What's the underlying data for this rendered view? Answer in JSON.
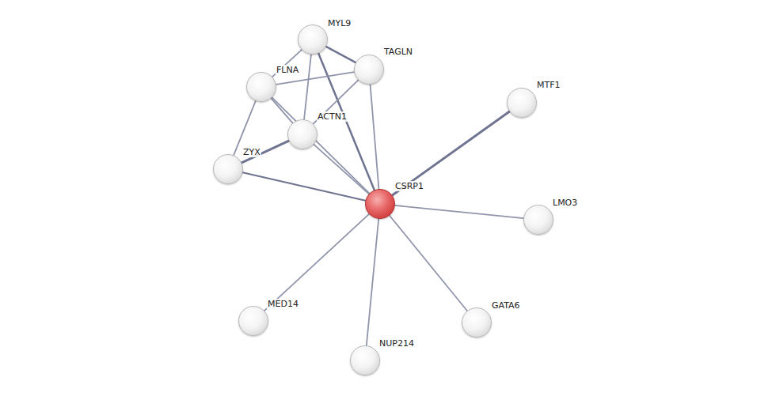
{
  "diagram": {
    "nodes": [
      {
        "text": [
          "MYL9"
        ]
      },
      {
        "text": [
          "TAGLN"
        ]
      },
      {
        "text": [
          "FLNA"
        ]
      },
      {
        "text": [
          "ACTN1"
        ]
      },
      {
        "text": [
          "MTF1"
        ]
      },
      {
        "text": [
          "ZYX"
        ]
      },
      {
        "text": [
          "CSRP1"
        ]
      },
      {
        "text": [
          "LMO3"
        ]
      },
      {
        "text": [
          "MED14"
        ]
      },
      {
        "text": [
          "GATA6"
        ]
      },
      {
        "text": [
          "NUP214"
        ]
      }
    ],
    "edges": [
      {
        "from": 0,
        "to": 1,
        "arrow": "none"
      },
      {
        "from": 0,
        "to": 2,
        "arrow": "none"
      },
      {
        "from": 0,
        "to": 3,
        "arrow": "none"
      },
      {
        "from": 0,
        "to": 6,
        "arrow": "none"
      },
      {
        "from": 1,
        "to": 2,
        "arrow": "none"
      },
      {
        "from": 1,
        "to": 3,
        "arrow": "none"
      },
      {
        "from": 1,
        "to": 6,
        "arrow": "none"
      },
      {
        "from": 2,
        "to": 3,
        "arrow": "none"
      },
      {
        "from": 2,
        "to": 5,
        "arrow": "none"
      },
      {
        "from": 2,
        "to": 6,
        "arrow": "none"
      },
      {
        "from": 3,
        "to": 5,
        "arrow": "none"
      },
      {
        "from": 3,
        "to": 6,
        "arrow": "none"
      },
      {
        "from": 5,
        "to": 6,
        "arrow": "none"
      },
      {
        "from": 6,
        "to": 4,
        "arrow": "none"
      },
      {
        "from": 6,
        "to": 7,
        "arrow": "none"
      },
      {
        "from": 6,
        "to": 8,
        "arrow": "none"
      },
      {
        "from": 6,
        "to": 10,
        "arrow": "none"
      },
      {
        "from": 6,
        "to": 9,
        "arrow": "none"
      }
    ]
  }
}
